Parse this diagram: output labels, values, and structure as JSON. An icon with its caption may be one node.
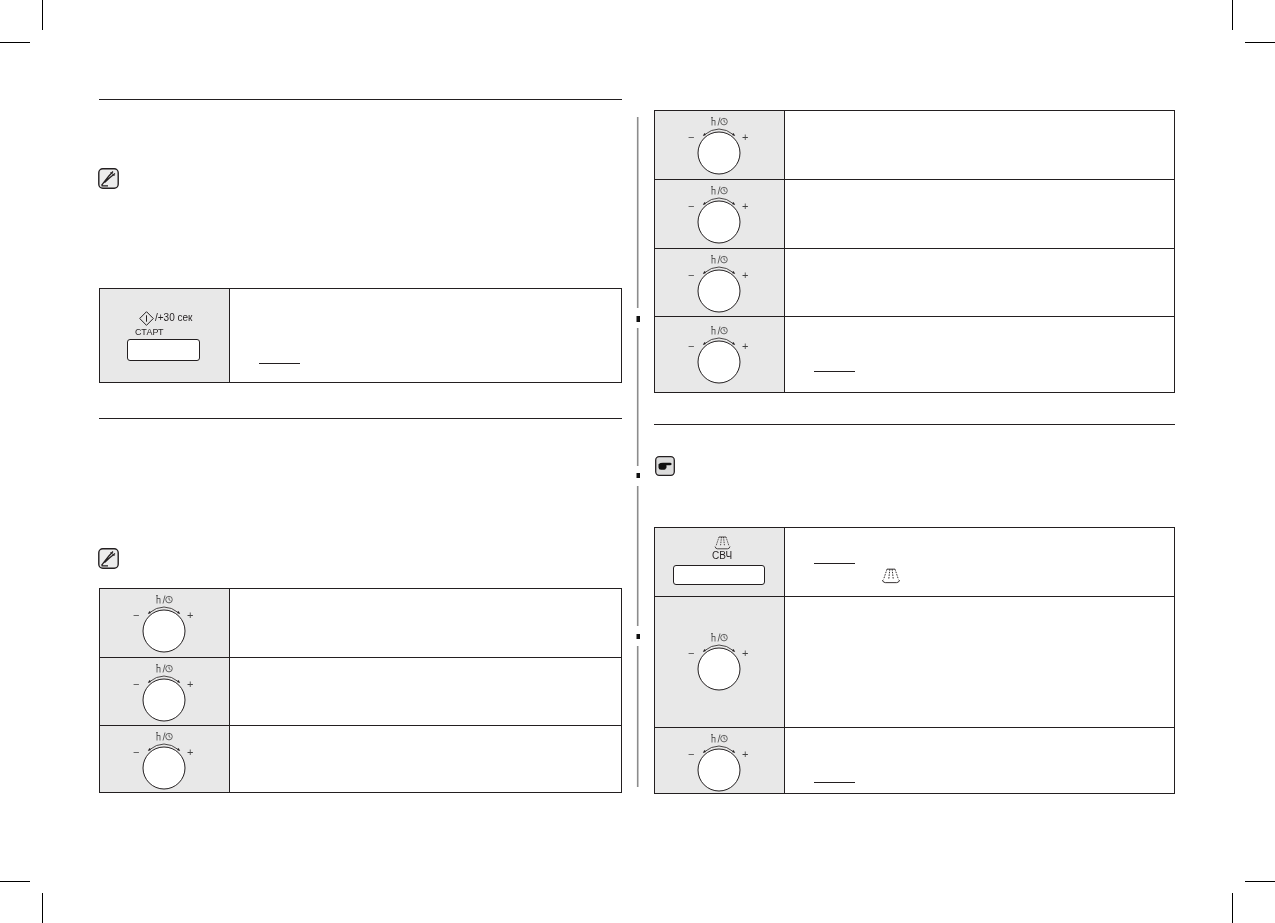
{
  "diagram": {
    "labels": [
      "/+30 сек",
      "СТАРТ",
      "−",
      "+",
      "−",
      "+",
      "−",
      "+",
      "−",
      "+",
      "−",
      "+",
      "−",
      "+",
      "−",
      "+",
      "СВЧ",
      "−",
      "+",
      "−",
      "+"
    ]
  }
}
